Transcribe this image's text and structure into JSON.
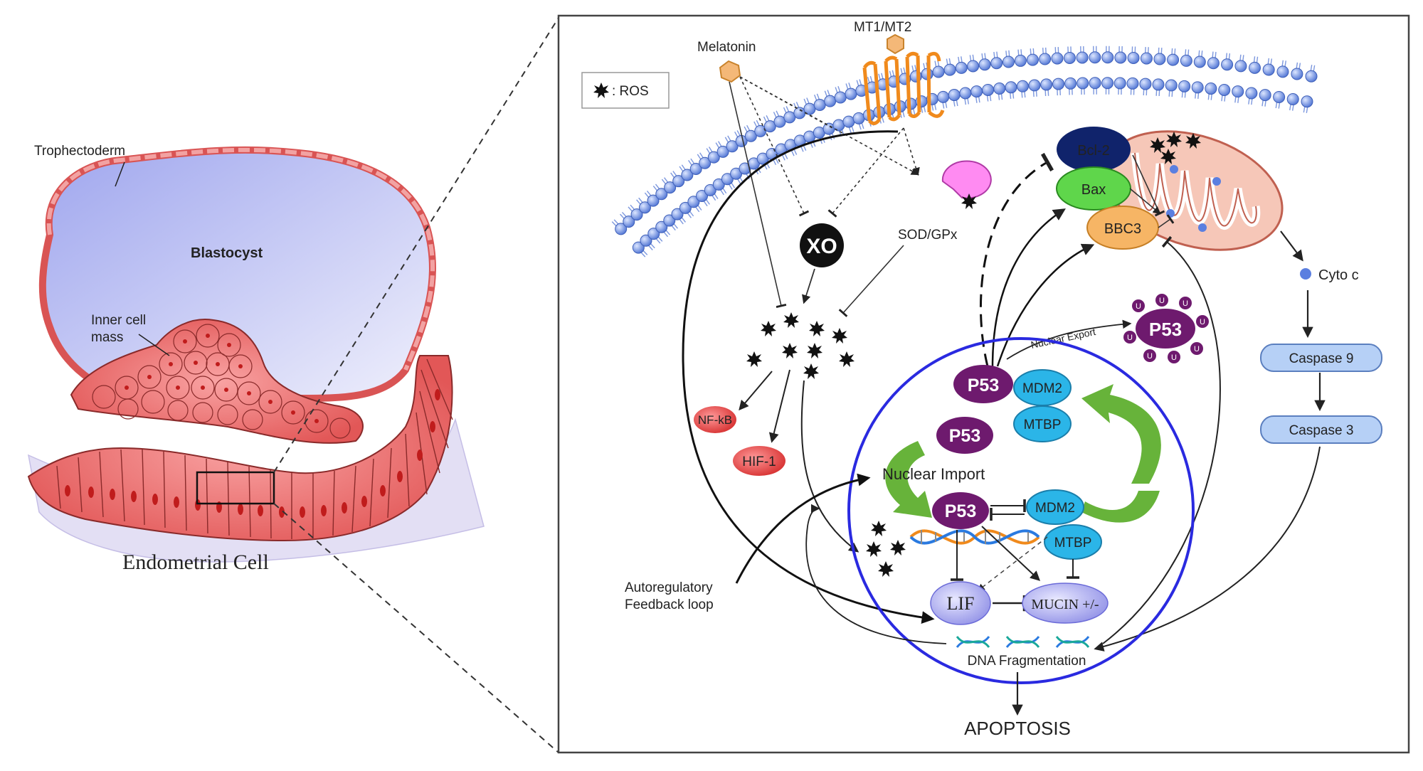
{
  "left_panel": {
    "trophectoderm": "Trophectoderm",
    "blastocyst": "Blastocyst",
    "inner_cell_line1": "Inner cell",
    "inner_cell_line2": "mass",
    "endometrial_cell": "Endometrial Cell"
  },
  "legend": {
    "ros": ": ROS"
  },
  "membrane": {
    "melatonin": "Melatonin",
    "receptor": "MT1/MT2"
  },
  "enzymes": {
    "xo": "XO",
    "sod_gpx": "SOD/GPx"
  },
  "factors": {
    "nfkb": "NF-kB",
    "hif1": "HIF-1"
  },
  "mito": {
    "bcl2": "Bcl-2",
    "bax": "Bax",
    "bbc3": "BBC3",
    "cyto_c": "Cyto c"
  },
  "caspases": {
    "c9": "Caspase 9",
    "c3": "Caspase 3"
  },
  "nucleus": {
    "p53": "P53",
    "mdm2": "MDM2",
    "mtbp": "MTBP",
    "nuclear_import": "Nuclear Import",
    "nuclear_export": "Nuclear Export",
    "lif": "LIF",
    "mucin": "MUCIN +/-",
    "dna_frag": "DNA Fragmentation",
    "ub": "U"
  },
  "feedback": {
    "line1": "Autoregulatory",
    "line2": "Feedback loop"
  },
  "outcome": "APOPTOSIS",
  "colors": {
    "membrane": "#5a7fd6",
    "p53": "#6e1a6e",
    "mdm2": "#2bb5e8",
    "receptor": "#f08a1c",
    "mito": "#f4b9a8",
    "nucleus_ring": "#2a2ae0",
    "green_arrow": "#5aa82e",
    "caspase": "#a8c8f4"
  }
}
